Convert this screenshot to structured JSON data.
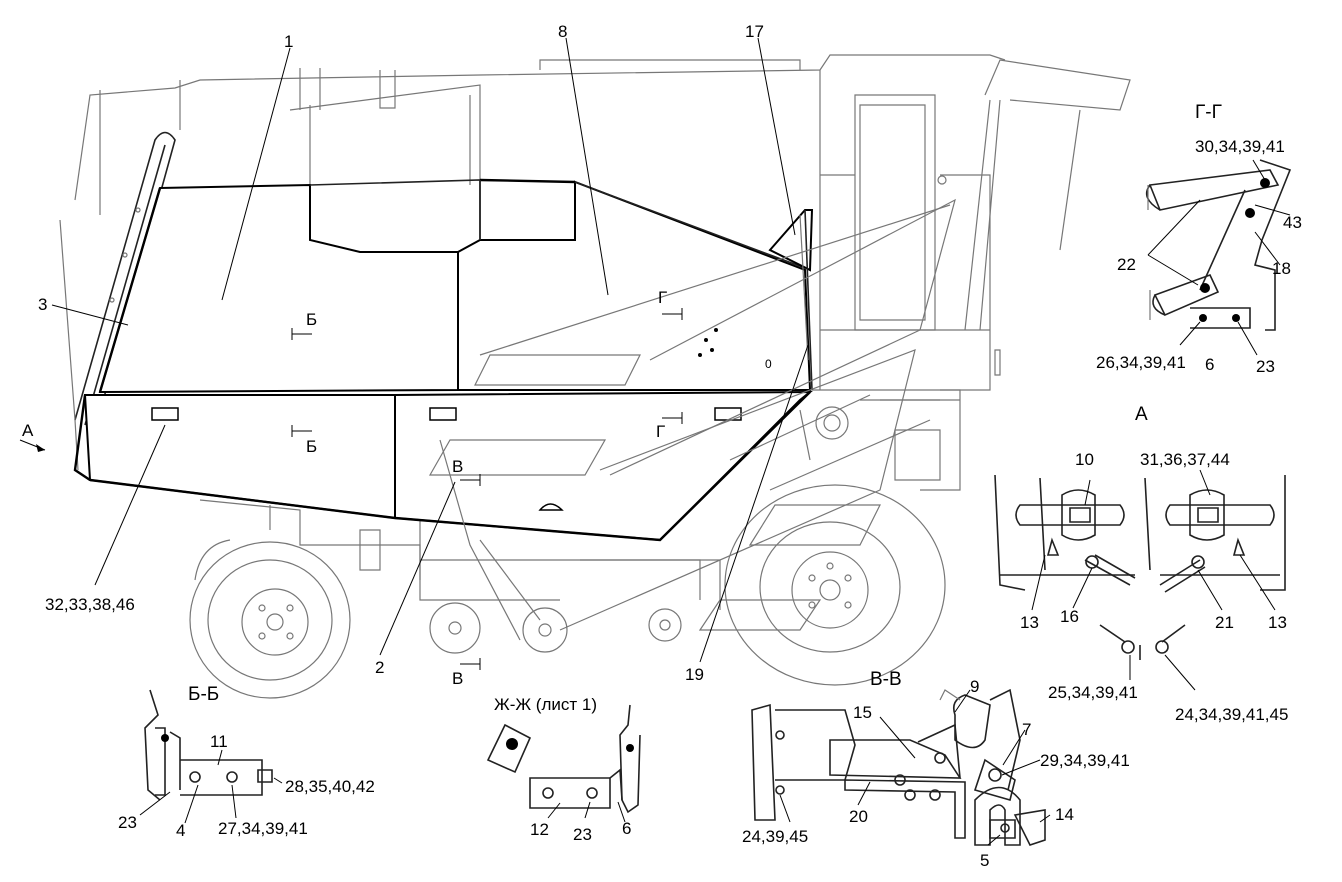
{
  "callouts": {
    "c1": "1",
    "c2": "2",
    "c3": "3",
    "c8": "8",
    "c17": "17",
    "c19": "19",
    "c32": "32,33,38,46",
    "view_a_arrow": "А",
    "sec_b_top": "Б",
    "sec_b_bottom": "Б",
    "sec_g_top": "Г",
    "sec_g_bottom": "Г",
    "sec_v_top": "В",
    "sec_v_bottom": "В",
    "hub_mark": "0"
  },
  "view_gg": {
    "title": "Г-Г",
    "labels": [
      "30,34,39,41",
      "43",
      "22",
      "18",
      "26,34,39,41",
      "6",
      "23"
    ]
  },
  "view_a": {
    "title": "А",
    "labels": [
      "10",
      "31,36,37,44",
      "13",
      "16",
      "21",
      "13",
      "25,34,39,41",
      "24,34,39,41,45"
    ]
  },
  "view_bb": {
    "title": "Б-Б",
    "labels": [
      "11",
      "28,35,40,42",
      "23",
      "4",
      "27,34,39,41"
    ]
  },
  "view_zhzh": {
    "title": "Ж-Ж (лист 1)",
    "labels": [
      "12",
      "23",
      "6"
    ]
  },
  "view_vv": {
    "title": "В-В",
    "labels": [
      "9",
      "15",
      "7",
      "29,34,39,41",
      "20",
      "14",
      "24,39,45",
      "5"
    ]
  }
}
